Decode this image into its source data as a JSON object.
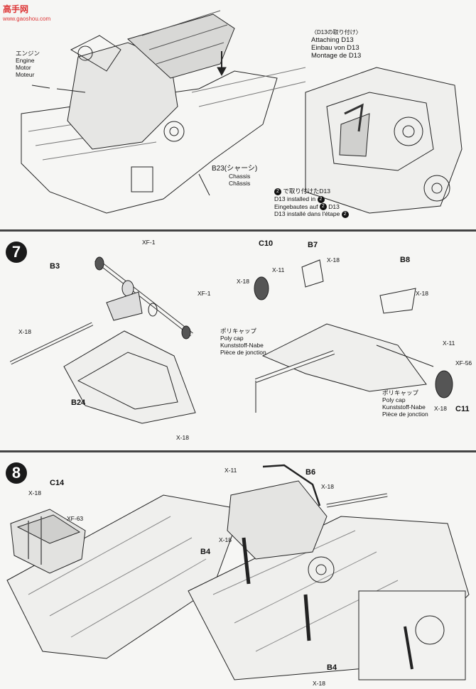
{
  "watermark": {
    "title": "高手网",
    "sub": "www.gaoshou.com"
  },
  "step6": {
    "engine_jp": "エンジン",
    "engine_en": "Engine",
    "engine_de": "Motor",
    "engine_fr": "Moteur",
    "chassis_part": "B23(シャーシ)",
    "chassis_en": "Chassis",
    "chassis_fr": "Châssis",
    "d13_title_jp": "〈D13の取り付け〉",
    "d13_en": "Attaching D13",
    "d13_de": "Einbau von D13",
    "d13_fr": "Montage de D13",
    "step_ref_num": "2",
    "d13_installed_jp": "で取り付けたD13",
    "d13_installed_en": "D13 installed in",
    "d13_installed_de": "Eingebautes auf",
    "d13_installed_de2": "D13",
    "d13_installed_fr": "D13 installé dans l'étape"
  },
  "step7": {
    "number": "7",
    "xf1_a": "XF-1",
    "xf1_b": "XF-1",
    "b3": "B3",
    "x18_left": "X-18",
    "b24": "B24",
    "x18_bottom": "X-18",
    "c10": "C10",
    "b7": "B7",
    "x11_top": "X-11",
    "x18_c10": "X-18",
    "x18_b7": "X-18",
    "b8": "B8",
    "x18_b8": "X-18",
    "polycap_jp": "ポリキャップ",
    "polycap_en": "Poly cap",
    "polycap_de": "Kunststoff-Nabe",
    "polycap_fr": "Pièce de jonction",
    "x11_right": "X-11",
    "xf56": "XF-56",
    "polycap2_jp": "ポリキャップ",
    "polycap2_en": "Poly cap",
    "polycap2_de": "Kunststoff-Nabe",
    "polycap2_fr": "Pièce de jonction",
    "x18_right": "X-18",
    "c11": "C11"
  },
  "step8": {
    "number": "8",
    "c14": "C14",
    "x18_c14": "X-18",
    "xf63": "XF-63",
    "x11": "X-11",
    "b6": "B6",
    "x18_b6": "X-18",
    "x18_b4": "X-18",
    "b4_left": "B4",
    "b4_bottom": "B4",
    "x18_bottom": "X-18"
  }
}
